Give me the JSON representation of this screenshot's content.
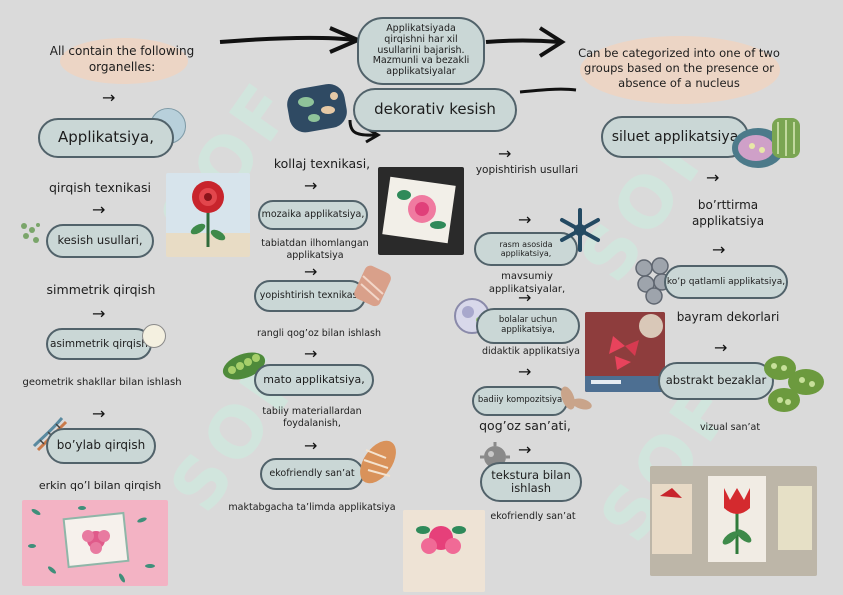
{
  "nodes": {
    "top_center": "Applikatsiyada qirqishni har xil usullarini bajarish. Mazmunli va bezakli applikatsiyalar",
    "applikatsiya": "Applikatsiya,",
    "dekorativ": "dekorativ kesish",
    "siluet": "siluet applikatsiya",
    "kesish": "kesish usullari,",
    "asimmetrik": "asimmetrik qirqish",
    "boylab": "bo’ylab qirqish",
    "mozaika": "mozaika applikatsiya,",
    "yopishtirish_tex": "yopishtirish texnikasi",
    "mato": "mato applikatsiya,",
    "ekofriendly": "ekofriendly san’at",
    "rasm_asosida": "rasm asosida applikatsiya,",
    "bolalar": "bolalar uchun applikatsiya,",
    "badiiy": "badiiy kompozitsiya",
    "tekstura": "tekstura bilan ishlash",
    "kop_qatlamli": "ko’p qatlamli applikatsiya,",
    "abstrakt": "abstrakt bezaklar"
  },
  "texts": {
    "organelles": "All contain the following organelles:",
    "categorized": "Can be categorized into one of two groups based on the presence or absence of a nucleus",
    "qirqish_texnikasi": "qirqish texnikasi",
    "simmetrik": "simmetrik qirqish",
    "geometrik": "geometrik shakllar bilan ishlash",
    "erkin": "erkin qo’l bilan qirqish",
    "kollaj": "kollaj texnikasi,",
    "tabiatdan": "tabiatdan ilhomlangan applikatsiya",
    "rangli": "rangli qog’oz bilan ishlash",
    "tabiiy": "tabiiy materiallardan foydalanish,",
    "maktabgacha": "maktabgacha ta’limda applikatsiya",
    "yopishtirish_usullari": "yopishtirish usullari",
    "mavsumiy": "mavsumiy applikatsiyalar,",
    "didaktik": "didaktik applikatsiya",
    "qogoz_sanati": "qog’oz san’ati,",
    "ekofriendly2": "ekofriendly san’at",
    "borttirma": "bo’rttirma applikatsiya",
    "bayram": "bayram dekorlari",
    "vizual": "vizual san’at",
    "watermark": "SOF"
  },
  "colors": {
    "background": "#dadada",
    "node_fill": "#cad7d6",
    "node_border": "#51626a",
    "label_blob": "#ecd5c5",
    "watermark": "#cfe9de"
  },
  "arrow_glyph": "→"
}
